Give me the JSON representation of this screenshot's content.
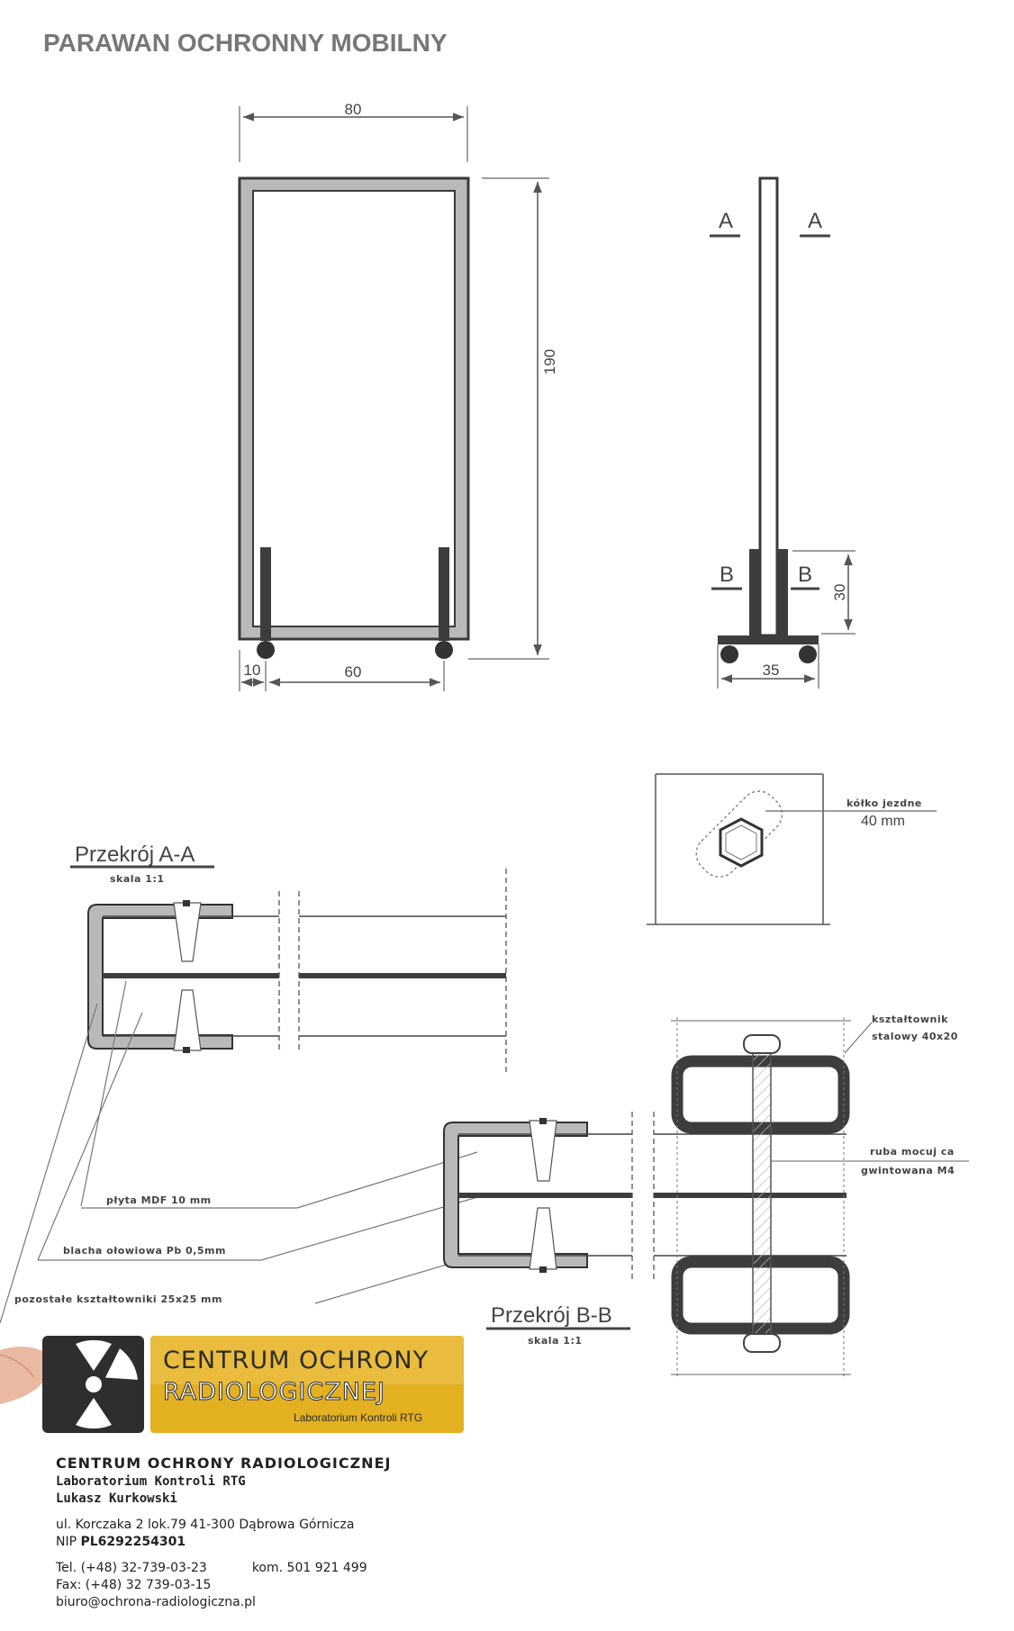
{
  "title": "PARAWAN OCHRONNY MOBILNY",
  "front_view": {
    "width_label": "80",
    "height_label": "190",
    "offset_label": "10",
    "wheel_spacing_label": "60"
  },
  "side_view": {
    "section_a_left": "A",
    "section_a_right": "A",
    "section_b_left": "B",
    "section_b_right": "B",
    "base_height_label": "30",
    "base_width_label": "35"
  },
  "wheel_detail": {
    "label": "kółko jezdne",
    "size": "40 mm"
  },
  "section_aa": {
    "title": "Przekrój A-A",
    "scale": "skala 1:1"
  },
  "section_bb": {
    "title": "Przekrój B-B",
    "scale": "skala 1:1"
  },
  "annotations": {
    "mdf": "płyta MDF 10 mm",
    "lead": "blacha ołowiowa Pb 0,5mm",
    "profile_partial": "pozostałe kształtowniki 25x25 mm",
    "steel_profile_line1": "kształtownik",
    "steel_profile_line2": "stalowy 40x20",
    "rod_line1": "ruba mocuj ca",
    "rod_line2": "gwintowana M4"
  },
  "logo": {
    "line1": "CENTRUM OCHRONY",
    "line2": "RADIOLOGICZNEJ",
    "line3": "Laboratorium Kontroli RTG"
  },
  "contact": {
    "company": "CENTRUM OCHRONY RADIOLOGICZNEJ",
    "unit": "Laboratorium Kontroli RTG",
    "person": "Lukasz Kurkowski",
    "address": "ul. Korczaka 2 lok.79  41-300 Dąbrowa Górnicza",
    "nip_label": "NIP",
    "nip_value": "PL6292254301",
    "tel": "Tel. (+48) 32-739-03-23",
    "mobile": "kom. 501 921 499",
    "fax": "Fax: (+48) 32 739-03-15",
    "email": "biuro@ochrona-radiologiczna.pl"
  },
  "colors": {
    "frame_dark": "#3a3a3a",
    "frame_grey": "#b9b9b9",
    "logo_gold": "#e3b021",
    "logo_dark": "#2e2e2e"
  }
}
